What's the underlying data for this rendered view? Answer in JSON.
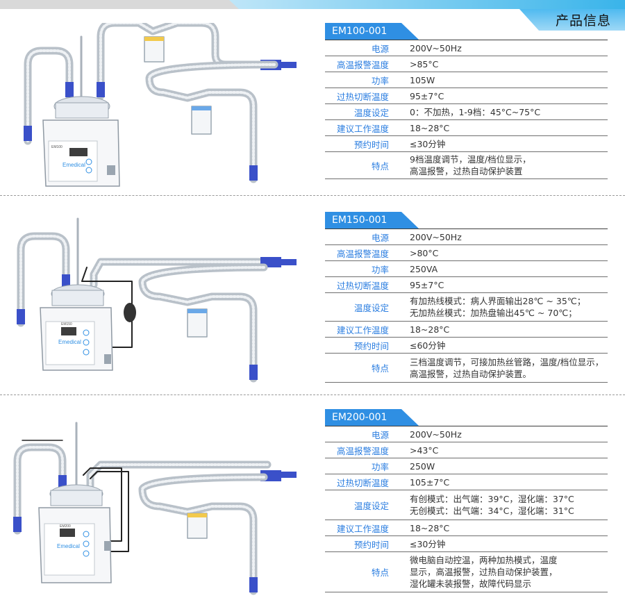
{
  "header": {
    "title": "产品信息"
  },
  "products": [
    {
      "model": "EM100-001",
      "specs": [
        {
          "label": "电源",
          "value": [
            "200V~50Hz"
          ]
        },
        {
          "label": "高温报警温度",
          "value": [
            ">85°C"
          ]
        },
        {
          "label": "功率",
          "value": [
            "105W"
          ]
        },
        {
          "label": "过热切断温度",
          "value": [
            "95±7°C"
          ]
        },
        {
          "label": "温度设定",
          "value": [
            "0：不加热，1-9档：45°C~75°C"
          ]
        },
        {
          "label": "建议工作温度",
          "value": [
            "18~28°C"
          ]
        },
        {
          "label": "预约时间",
          "value": [
            "≤30分钟"
          ]
        },
        {
          "label": "特点",
          "value": [
            "9档温度调节，温度/档位显示，",
            "高温报警，过热自动保护装置"
          ]
        }
      ],
      "device_brand": "Emedical",
      "device_model": "EM100"
    },
    {
      "model": "EM150-001",
      "specs": [
        {
          "label": "电源",
          "value": [
            "200V~50Hz"
          ]
        },
        {
          "label": "高温报警温度",
          "value": [
            ">80°C"
          ]
        },
        {
          "label": "功率",
          "value": [
            "250VA"
          ]
        },
        {
          "label": "过热切断温度",
          "value": [
            "95±7°C"
          ]
        },
        {
          "label": "温度设定",
          "value": [
            "有加热线模式：病人界面输出28℃ ~ 35℃；",
            "无加热丝模式：加热盘输出45℃ ~ 70℃；"
          ]
        },
        {
          "label": "建议工作温度",
          "value": [
            "18~28°C"
          ]
        },
        {
          "label": "预约时间",
          "value": [
            "≤60分钟"
          ]
        },
        {
          "label": "特点",
          "value": [
            "三档温度调节，可接加热丝管路，温度/档位显示，",
            "高温报警，过热自动保护装置。"
          ]
        }
      ],
      "device_brand": "Emedical",
      "device_model": "EM150"
    },
    {
      "model": "EM200-001",
      "specs": [
        {
          "label": "电源",
          "value": [
            "200V~50Hz"
          ]
        },
        {
          "label": "高温报警温度",
          "value": [
            ">43°C"
          ]
        },
        {
          "label": "功率",
          "value": [
            "250W"
          ]
        },
        {
          "label": "过热切断温度",
          "value": [
            "105±7°C"
          ]
        },
        {
          "label": "温度设定",
          "value": [
            "有创模式：出气端：39°C，湿化端：37°C",
            "无创模式：出气端：34°C，湿化端：31°C"
          ]
        },
        {
          "label": "建议工作温度",
          "value": [
            "18~28°C"
          ]
        },
        {
          "label": "预约时间",
          "value": [
            "≤30分钟"
          ]
        },
        {
          "label": "特点",
          "value": [
            "微电脑自动控温，两种加热模式，温度",
            "显示，高温报警，过热自动保护装置，",
            "湿化罐未装报警，故障代码显示"
          ]
        }
      ],
      "device_brand": "Emedical",
      "device_model": "EM200"
    }
  ],
  "colors": {
    "accent_blue": "#2f8fe3",
    "label_blue": "#2a7de0",
    "tube_grey": "#b9c1c9",
    "tube_blue": "#3a50c9"
  }
}
